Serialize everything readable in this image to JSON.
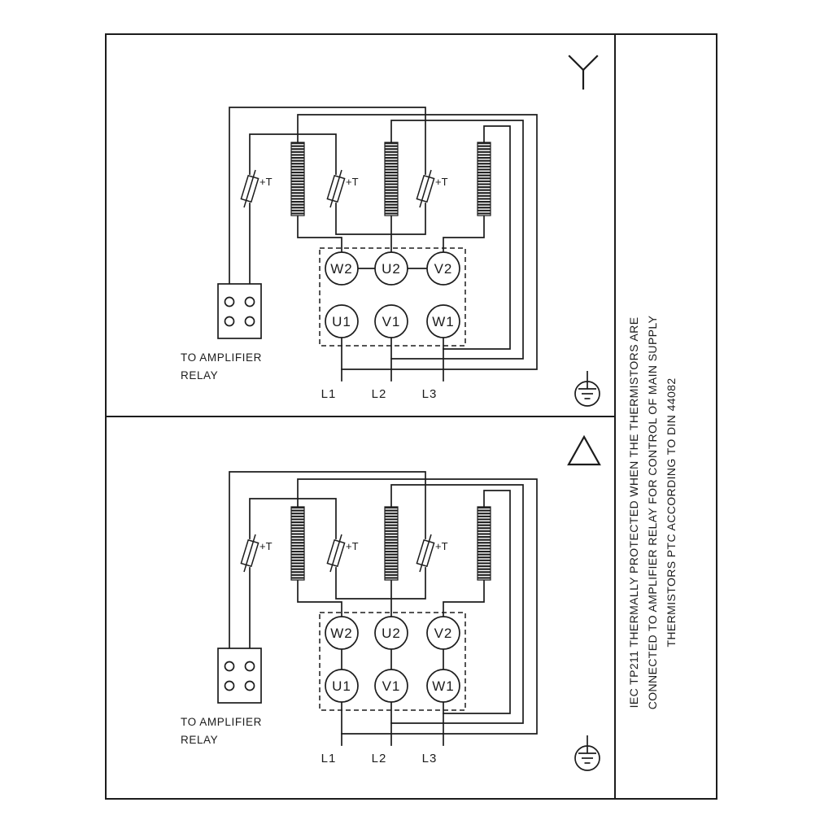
{
  "page": {
    "background": "#ffffff",
    "ink": "#1c1c1c"
  },
  "side_note": {
    "lines": [
      "IEC TP211 THERMALLY PROTECTED WHEN THE THERMISTORS ARE",
      "CONNECTED TO AMPLIFIER RELAY FOR CONTROL OF MAIN SUPPLY",
      "THERMISTORS PTC ACCORDING TO DIN 44082"
    ]
  },
  "panels": [
    {
      "name": "star-connection",
      "connection_symbol": "Y",
      "thermistor_labels": [
        "+T",
        "+T",
        "+T"
      ],
      "relay_note": {
        "line1": "TO AMPLIFIER",
        "line2": "RELAY"
      },
      "terminals_top": [
        "W2",
        "U2",
        "V2"
      ],
      "terminals_bottom": [
        "U1",
        "V1",
        "W1"
      ],
      "supply": [
        "L1",
        "L2",
        "L3"
      ]
    },
    {
      "name": "delta-connection",
      "connection_symbol": "Δ",
      "thermistor_labels": [
        "+T",
        "+T",
        "+T"
      ],
      "relay_note": {
        "line1": "TO AMPLIFIER",
        "line2": "RELAY"
      },
      "terminals_top": [
        "W2",
        "U2",
        "V2"
      ],
      "terminals_bottom": [
        "U1",
        "V1",
        "W1"
      ],
      "supply": [
        "L1",
        "L2",
        "L3"
      ]
    }
  ]
}
